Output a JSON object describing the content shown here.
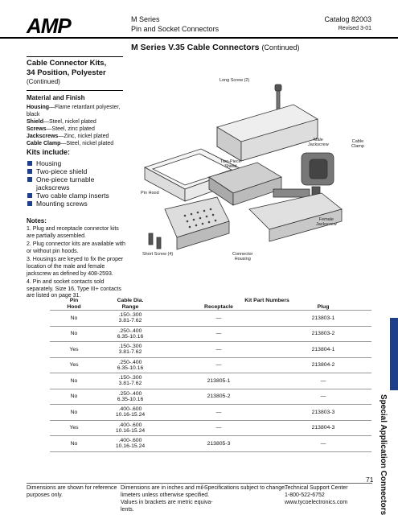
{
  "header": {
    "logo": "AMP",
    "series": "M Series",
    "subtitle": "Pin and Socket Connectors",
    "catalog": "Catalog 82003",
    "revised": "Revised 3-01"
  },
  "page_title": {
    "main": "M Series V.35 Cable Connectors",
    "cont": "(Continued)"
  },
  "sidebar": {
    "heading_line1": "Cable Connector Kits,",
    "heading_line2": "34 Position, Polyester",
    "heading_cont": "(Continued)",
    "material_heading": "Material and Finish",
    "materials": [
      {
        "term": "Housing",
        "desc": "—Flame retardant polyester,"
      },
      {
        "term": "",
        "desc": "black"
      },
      {
        "term": "Shield",
        "desc": "—Steel, nickel plated"
      },
      {
        "term": "Screws",
        "desc": "—Steel, zinc plated"
      },
      {
        "term": "Jackscrews",
        "desc": "—Zinc, nickel plated"
      },
      {
        "term": "Cable Clamp",
        "desc": "—Steel, nickel plated"
      }
    ],
    "kits_heading": "Kits include:",
    "kits": [
      "Housing",
      "Two-piece shield",
      "One-piece turnable",
      "jackscrews",
      "Two cable clamp inserts",
      "Mounting screws"
    ],
    "notes_heading": "Notes:",
    "notes": [
      "1. Plug and receptacle connector kits are partially assembled.",
      "2. Plug connector kits are available with or without pin hoods.",
      "3. Housings are keyed to fix the proper location of the male and female jackscrew as defined by 408-2593.",
      "4. Pin and socket contacts sold separately. Size 16, Type III+ contacts are listed on page 31."
    ]
  },
  "figure_labels": {
    "long_screw": "Long Screw (2)",
    "male_jackscrew_1": "Male",
    "male_jackscrew_2": "Jackscrew",
    "cable_clamp_1": "Cable",
    "cable_clamp_2": "Clamp",
    "two_piece_1": "Two-Piece",
    "two_piece_2": "Shield",
    "pin_hood": "Pin Hood",
    "female_1": "Female",
    "female_2": "Jackscrew",
    "short_screw": "Short Screw (4)",
    "conn_1": "Connector",
    "conn_2": "Housing"
  },
  "table": {
    "h_pin1": "Pin",
    "h_pin2": "Hood",
    "h_cable1": "Cable Dia.",
    "h_cable2": "Range",
    "h_kit": "Kit Part Numbers",
    "h_rec": "Receptacle",
    "h_plug": "Plug",
    "rows": [
      {
        "hood": "No",
        "r1": ".150-.300",
        "r2": "3.81-7.62",
        "rec": "—",
        "plug": "213803-1"
      },
      {
        "hood": "No",
        "r1": ".250-.400",
        "r2": "6.35-10.16",
        "rec": "—",
        "plug": "213803-2"
      },
      {
        "hood": "Yes",
        "r1": ".150-.300",
        "r2": "3.81-7.62",
        "rec": "—",
        "plug": "213804-1"
      },
      {
        "hood": "Yes",
        "r1": ".250-.400",
        "r2": "6.35-10.16",
        "rec": "—",
        "plug": "213804-2"
      },
      {
        "hood": "No",
        "r1": ".150-.300",
        "r2": "3.81-7.62",
        "rec": "213805-1",
        "plug": "—"
      },
      {
        "hood": "No",
        "r1": ".250-.400",
        "r2": "6.35-10.16",
        "rec": "213805-2",
        "plug": "—"
      },
      {
        "hood": "No",
        "r1": ".400-.600",
        "r2": "10.16-15.24",
        "rec": "—",
        "plug": "213803-3"
      },
      {
        "hood": "Yes",
        "r1": ".400-.600",
        "r2": "10.16-15.24",
        "rec": "—",
        "plug": "213804-3"
      },
      {
        "hood": "No",
        "r1": ".400-.600",
        "r2": "10.16-15.24",
        "rec": "213805-3",
        "plug": "—"
      }
    ]
  },
  "side_tab": "Special Application Connectors",
  "page_number": "71",
  "footer": {
    "col1": [
      "Dimensions are shown for reference",
      "purposes only."
    ],
    "col2": [
      "Dimensions are in inches and mil-",
      "limeters unless otherwise specified.",
      "Values in brackets are metric equiva-",
      "lents."
    ],
    "col3": [
      "Specifications subject to change."
    ],
    "col4": [
      "Technical Support Center",
      "1-800-522-6752",
      "www.tycoelectronics.com"
    ]
  },
  "colors": {
    "accent": "#1f3f88"
  }
}
